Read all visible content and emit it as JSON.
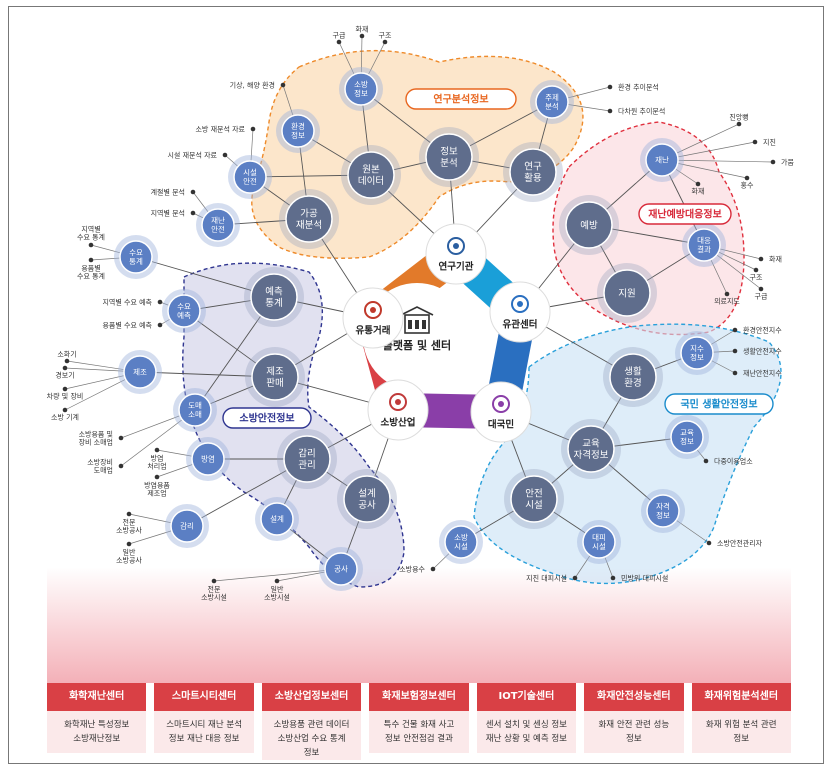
{
  "center": {
    "icon": "building-icon",
    "label": "플랫폼 및 센터"
  },
  "hubs": [
    {
      "id": "research",
      "label": "연구기관",
      "icon": "magnifier-icon",
      "color": "#2a5ea0"
    },
    {
      "id": "related",
      "label": "유관센터",
      "icon": "office-icon",
      "color": "#2a6fc0"
    },
    {
      "id": "public",
      "label": "대국민",
      "icon": "people-icon",
      "color": "#8a3ea8"
    },
    {
      "id": "industry",
      "label": "소방산업",
      "icon": "helmet-icon",
      "color": "#c03a3a"
    },
    {
      "id": "distribution",
      "label": "유통거래",
      "icon": "delivery-icon",
      "color": "#c0392b"
    }
  ],
  "group_labels": [
    {
      "id": "research-analysis",
      "label": "연구분석정보",
      "color": "#e8661f"
    },
    {
      "id": "disaster-prevention",
      "label": "재난예방대응정보",
      "color": "#d82a3a"
    },
    {
      "id": "public-safety",
      "label": "국민 생활안전정보",
      "color": "#1a8ccc"
    },
    {
      "id": "fire-safety",
      "label": "소방안전정보",
      "color": "#2f3590"
    }
  ],
  "nodes": {
    "big": [
      "원본\n데이터",
      "정보\n분석",
      "연구\n활용",
      "가공\n재분석",
      "예방",
      "지원",
      "예측\n통계",
      "제조\n판매",
      "감리\n관리",
      "설계\n공사",
      "생활\n환경",
      "교육\n자격정보",
      "안전\n시설"
    ],
    "small": [
      "소방\n정보",
      "주제\n분석",
      "환경\n정보",
      "시설\n안전",
      "재난\n안전",
      "재난",
      "대응\n결과",
      "수요\n통계",
      "수요\n예측",
      "제조",
      "도매\n소매",
      "방염",
      "감리",
      "설계",
      "공사",
      "지수\n정보",
      "교육\n정보",
      "자격\n정보",
      "대피\n시설",
      "소방\n시설"
    ]
  },
  "leaves": [
    "구급",
    "화재",
    "구조",
    "기상, 해양 환경",
    "환경 추이분석",
    "다차원 추이분석",
    "소방 재분석 자료",
    "시설 재분석 자료",
    "계절별 분석",
    "지역별 분석",
    "진앙뻥",
    "지진",
    "가뭄",
    "홍수",
    "화재",
    "화재",
    "구조",
    "구급",
    "의료지도",
    "지역별\n수요 통계",
    "용품별\n수요 통계",
    "지역별 수요 예측",
    "용품별 수요 예측",
    "소화기",
    "경보기",
    "차량 및 장비",
    "소방 기계",
    "소방용품 및\n장비 소매업",
    "소방장비\n도매업",
    "방염\n처리업",
    "방염용품\n제조업",
    "전문\n소방공사",
    "일반\n소방공사",
    "전문\n소방시설",
    "일반\n소방시설",
    "환경안전지수",
    "생활안전지수",
    "재난안전지수",
    "다중이용업소",
    "소방안전관리자",
    "지진 대피시설",
    "민방위 대피시설",
    "소방용수"
  ],
  "centers": [
    {
      "name": "화학재난센터",
      "desc": "화학재난 특성정보\n소방재난정보"
    },
    {
      "name": "스마트시티센터",
      "desc": "스마트시티 재난 분석\n정보 재난 대응 정보"
    },
    {
      "name": "소방산업정보센터",
      "desc": "소방용품 관련 데이터\n소방산업 수요 통계\n정보"
    },
    {
      "name": "화재보험정보센터",
      "desc": "특수 건물 화재 사고\n정보 안전점검 결과"
    },
    {
      "name": "IOT기술센터",
      "desc": "센서 설치 및 센싱 정보\n재난 상황 및 예측 정보"
    },
    {
      "name": "화재안전성능센터",
      "desc": "화재 안전 관련 성능\n정보"
    },
    {
      "name": "화재위험분석센터",
      "desc": "화재 위험 분석 관련\n정보"
    }
  ]
}
